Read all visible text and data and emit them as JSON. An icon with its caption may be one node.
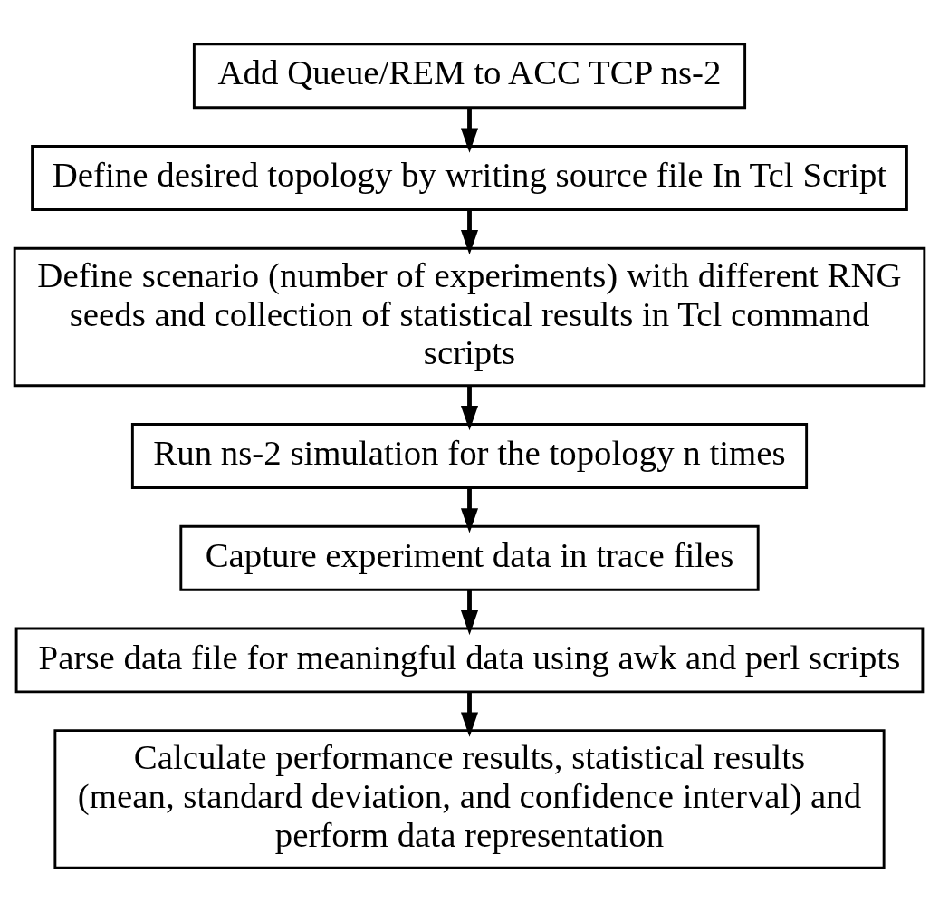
{
  "diagram": {
    "nodes": [
      {
        "text": [
          "Add Queue/REM to ACC TCP ns-2"
        ]
      },
      {
        "text": [
          "Define desired topology by writing source file In Tcl Script"
        ]
      },
      {
        "text": [
          "Define scenario (number of experiments) with different RNG seeds and collection of statistical results in Tcl command scripts"
        ]
      },
      {
        "text": [
          "Run ns-2 simulation for the topology n times"
        ]
      },
      {
        "text": [
          "Capture experiment data in trace files"
        ]
      },
      {
        "text": [
          "Parse data file for meaningful data using awk and perl scripts"
        ]
      },
      {
        "text": [
          "Calculate performance results, statistical results (mean, standard deviation, and confidence interval) and perform data representation"
        ]
      }
    ],
    "edges": [
      {
        "from": 0,
        "to": 1,
        "arrow": "to"
      },
      {
        "from": 1,
        "to": 2,
        "arrow": "to"
      },
      {
        "from": 2,
        "to": 3,
        "arrow": "to"
      },
      {
        "from": 3,
        "to": 4,
        "arrow": "to"
      },
      {
        "from": 4,
        "to": 5,
        "arrow": "to"
      },
      {
        "from": 5,
        "to": 6,
        "arrow": "to"
      }
    ]
  }
}
